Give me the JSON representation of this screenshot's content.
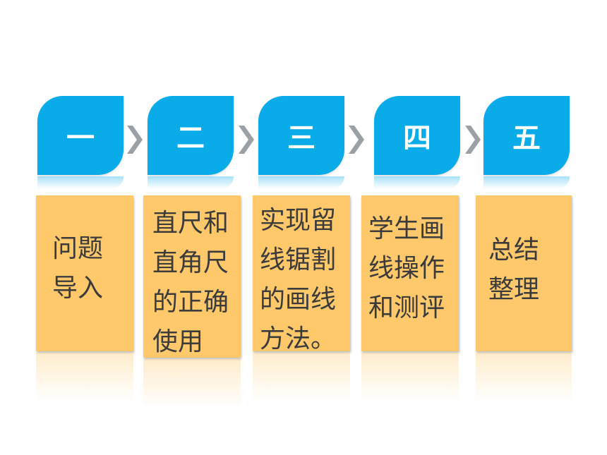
{
  "colors": {
    "tab": "#0aabe9",
    "card": "#fec86b",
    "chevron": "#9aa1a6",
    "text": "#3b3b3b"
  },
  "steps": [
    {
      "number": "一",
      "text": "问题导入"
    },
    {
      "number": "二",
      "text": "直尺和直角尺的正确使用"
    },
    {
      "number": "三",
      "text": "实现留线锯割的画线方法。"
    },
    {
      "number": "四",
      "text": "学生画线操作和测评"
    },
    {
      "number": "五",
      "text": "总结整理"
    }
  ]
}
